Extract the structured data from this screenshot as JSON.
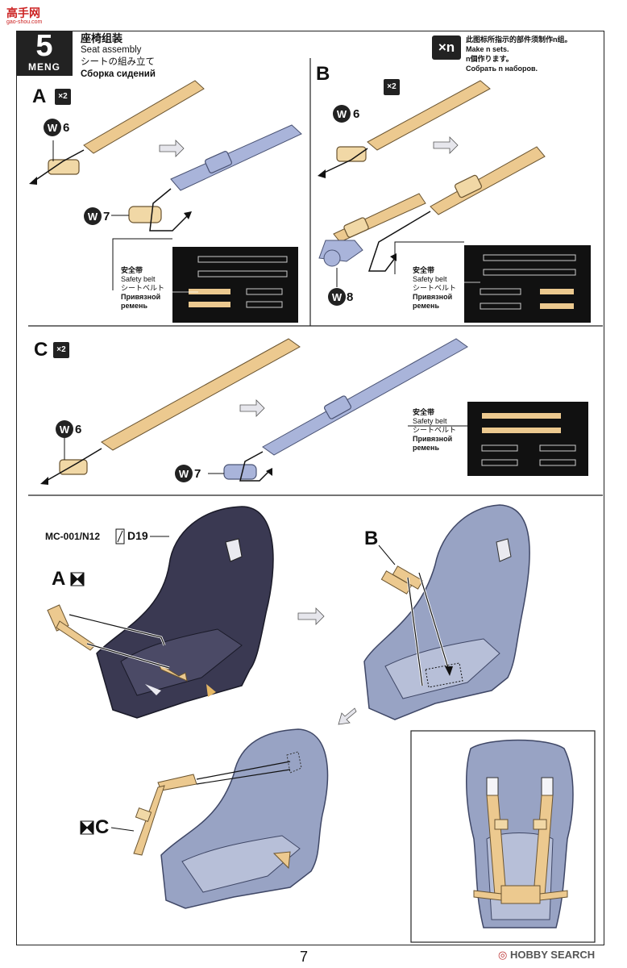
{
  "watermark": {
    "main": "高手网",
    "sub": "gao-shou.com"
  },
  "step": {
    "number": "5",
    "brand": "MENG"
  },
  "title": {
    "zh": "座椅组装",
    "en": "Seat assembly",
    "ja": "シートの組み立て",
    "ru": "Сборка сидений"
  },
  "sets_note": {
    "icon": "×n",
    "zh": "此图标所指示的部件须制作n组。",
    "en": "Make n sets.",
    "ja": "n個作ります。",
    "ru": "Собрать n наборов."
  },
  "panels": {
    "a": {
      "label": "A",
      "qty": "×2",
      "w1": "6",
      "w2": "7"
    },
    "b": {
      "label": "B",
      "qty": "×2",
      "w1": "6",
      "w2": "8"
    },
    "c": {
      "label": "C",
      "qty": "×2",
      "w1": "6",
      "w2": "7"
    }
  },
  "belt_callout": {
    "zh": "安全带",
    "en": "Safety belt",
    "ja": "シートベルト",
    "ru1": "Привязной",
    "ru2": "ремень"
  },
  "seat": {
    "part_ref": "MC-001/N12",
    "part_id": "D19",
    "a_label": "A",
    "b_label": "B",
    "c_label": "C"
  },
  "page_number": "7",
  "footer_brand": {
    "mark": "◎",
    "text": "HOBBY SEARCH"
  },
  "colors": {
    "tan": "#ecc98f",
    "blue": "#a9b4da",
    "seat_dark": "#3a3952",
    "seat_grey": "#98a3c4"
  }
}
